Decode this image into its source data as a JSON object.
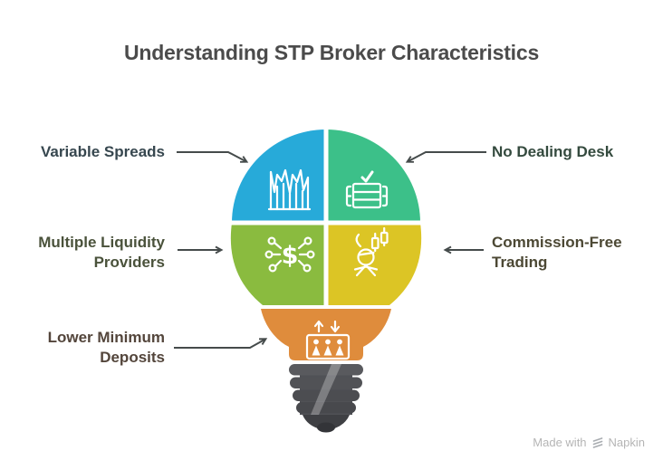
{
  "title": "Understanding STP Broker Characteristics",
  "labels": {
    "variable_spreads": {
      "text": "Variable Spreads",
      "color": "#37474F"
    },
    "no_dealing_desk": {
      "text": "No Dealing Desk",
      "color": "#344A3E"
    },
    "multiple_liquidity_providers": {
      "text": "Multiple Liquidity Providers",
      "color": "#4A523B"
    },
    "commission_free_trading": {
      "text": "Commission-Free Trading",
      "color": "#4C4834"
    },
    "lower_minimum_deposits": {
      "text": "Lower Minimum Deposits",
      "color": "#53453B"
    }
  },
  "bulb": {
    "segments": [
      {
        "name": "variable-spreads",
        "position": "top-left",
        "color": "#27AAD9",
        "icon": "area-chart-icon"
      },
      {
        "name": "no-dealing-desk",
        "position": "top-right",
        "color": "#3CC089",
        "icon": "checked-stack-icon"
      },
      {
        "name": "multiple-liquidity-providers",
        "position": "middle-left",
        "color": "#8ABB3F",
        "icon": "liquidity-network-icon"
      },
      {
        "name": "commission-free-trading",
        "position": "middle-right",
        "color": "#DCC525",
        "icon": "trader-candlesticks-icon"
      },
      {
        "name": "lower-minimum-deposits",
        "position": "neck",
        "color": "#DF8C3C",
        "icon": "people-elevator-icon"
      }
    ],
    "screw_base_color": "#55565A",
    "icon_dollar_glyph": "$"
  },
  "arrows_color": "#454B4B",
  "footer": {
    "made_with": "Made with",
    "brand": "Napkin",
    "logo_icon": "napkin-logo-icon",
    "color": "#B5B5B5"
  }
}
